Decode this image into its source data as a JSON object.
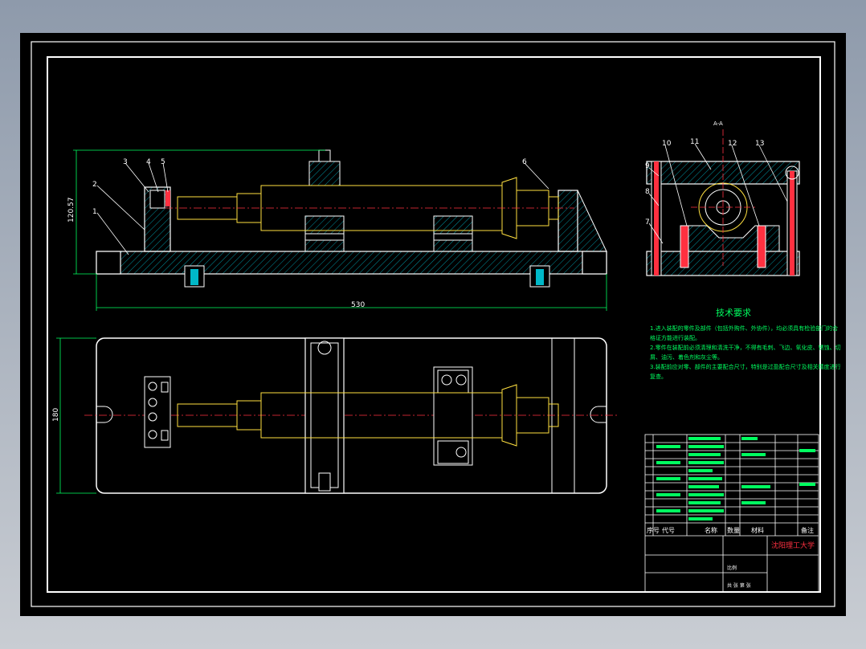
{
  "drawing": {
    "top_view_dimension_length": "530",
    "side_dimension_height": "120.57",
    "plan_dimension_width": "180",
    "section_mark": "A-A",
    "balloons_front": [
      "1",
      "2",
      "3",
      "4",
      "5",
      "6"
    ],
    "balloons_side": [
      "7",
      "8",
      "9",
      "10",
      "11",
      "12",
      "13"
    ]
  },
  "tech_requirements": {
    "title": "技术要求",
    "items": [
      "1.进入装配的零件及部件（包括外购件、外协件），均必须具有检验部门的合",
      "格证方能进行装配。",
      "2.零件在装配前必须清理和清洗干净，不得有毛刺、飞边、氧化皮、锈蚀、切",
      "屑、油污、着色剂和灰尘等。",
      "3.装配前应对零、部件的主要配合尺寸，特别是过盈配合尺寸及相关精度进行",
      "复查。"
    ]
  },
  "title_block": {
    "header_seq": "序号",
    "header_code": "代号",
    "header_name": "名称",
    "header_qty": "数量",
    "header_material": "材料",
    "header_note": "备注",
    "school": "沈阳理工大学",
    "scale_label": "比例",
    "sheet_label": "共 张 第 张"
  }
}
